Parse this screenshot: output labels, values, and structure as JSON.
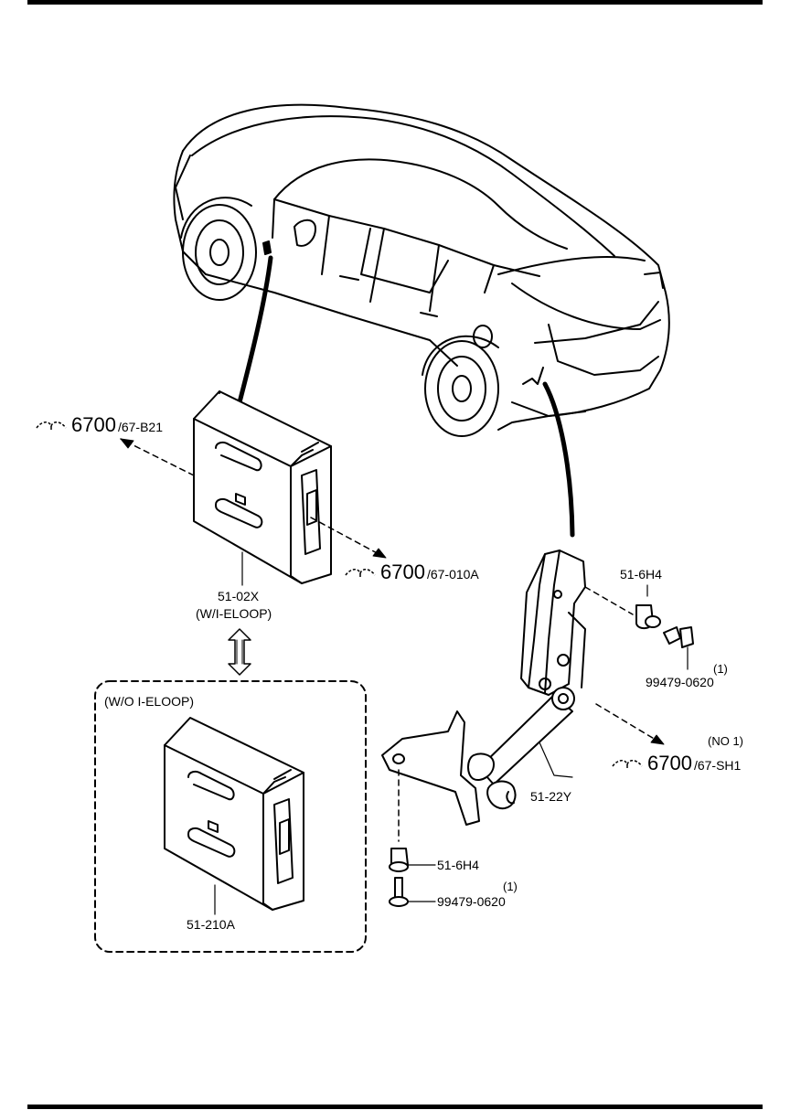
{
  "refs": [
    {
      "num": "6700",
      "code": "67-B21"
    },
    {
      "num": "6700",
      "code": "67-010A"
    },
    {
      "num": "6700",
      "code": "67-SH1"
    }
  ],
  "parts": {
    "module_eloop": "51-02X",
    "module_eloop_note": "(W/I-ELOOP)",
    "group_title": "(W/O I-ELOOP)",
    "module_no_eloop": "51-210A",
    "sensor": "51-22Y",
    "bushing_upper": "51-6H4",
    "bolt_upper": "99479-0620",
    "bolt_upper_qty": "(1)",
    "bushing_lower": "51-6H4",
    "bolt_lower": "99479-0620",
    "bolt_lower_qty": "(1)",
    "sensor_note": "(NO 1)"
  },
  "icons": {
    "ref_icon": "book-reference-icon",
    "interchange_icon": "double-arrow-interchange-icon"
  }
}
